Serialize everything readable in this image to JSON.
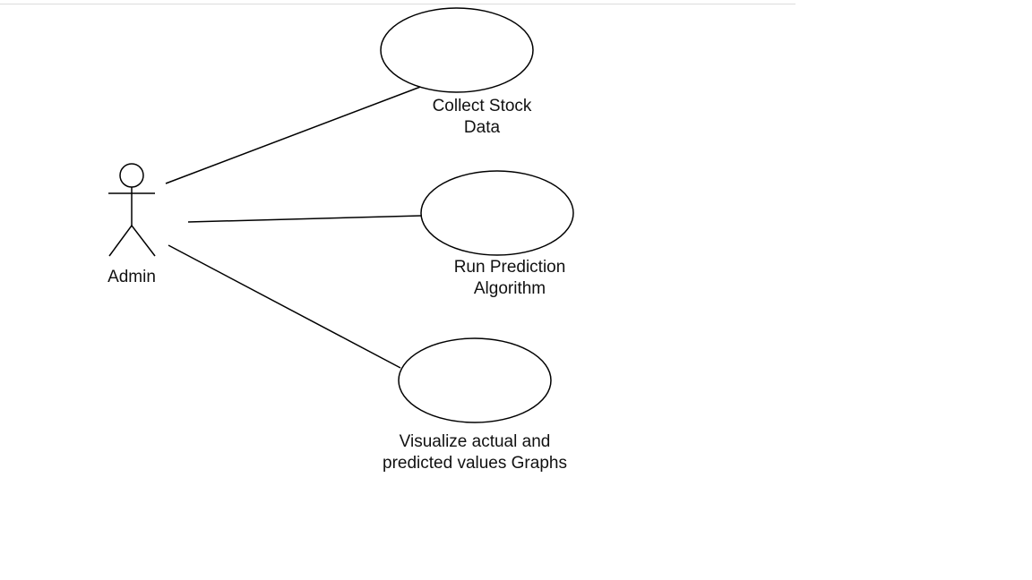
{
  "diagram": {
    "type": "use-case",
    "actor": {
      "name": "Admin",
      "icon": "stick-figure-icon"
    },
    "use_cases": [
      {
        "line1": "Collect Stock",
        "line2": "Data"
      },
      {
        "line1": "Run Prediction",
        "line2": "Algorithm"
      },
      {
        "line1": "Visualize actual and",
        "line2": "predicted values Graphs"
      }
    ],
    "colors": {
      "stroke": "#000000",
      "background": "#ffffff",
      "text": "#111111"
    }
  }
}
